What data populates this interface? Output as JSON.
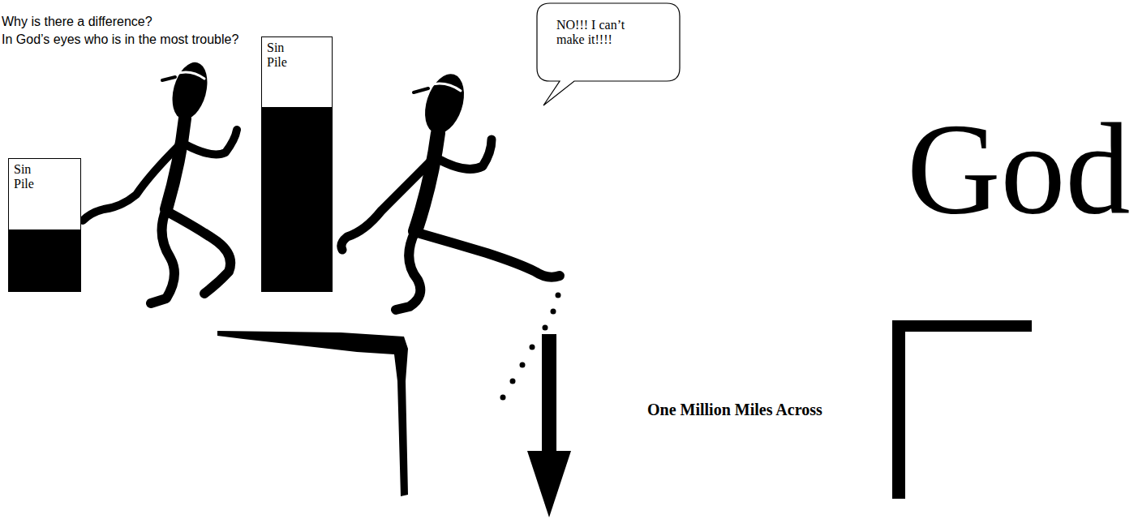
{
  "diagram": {
    "nodes": [
      {
        "text": [
          "Sin Pile"
        ]
      },
      {
        "text": [
          "Sin Pile"
        ]
      },
      {
        "text": [
          "NO!!! I can’t make it!!!!"
        ]
      }
    ],
    "labels": [
      "In God’s eyes who is in the most trouble?",
      "Why is there a difference?",
      "God",
      "One Million Miles Across"
    ]
  }
}
